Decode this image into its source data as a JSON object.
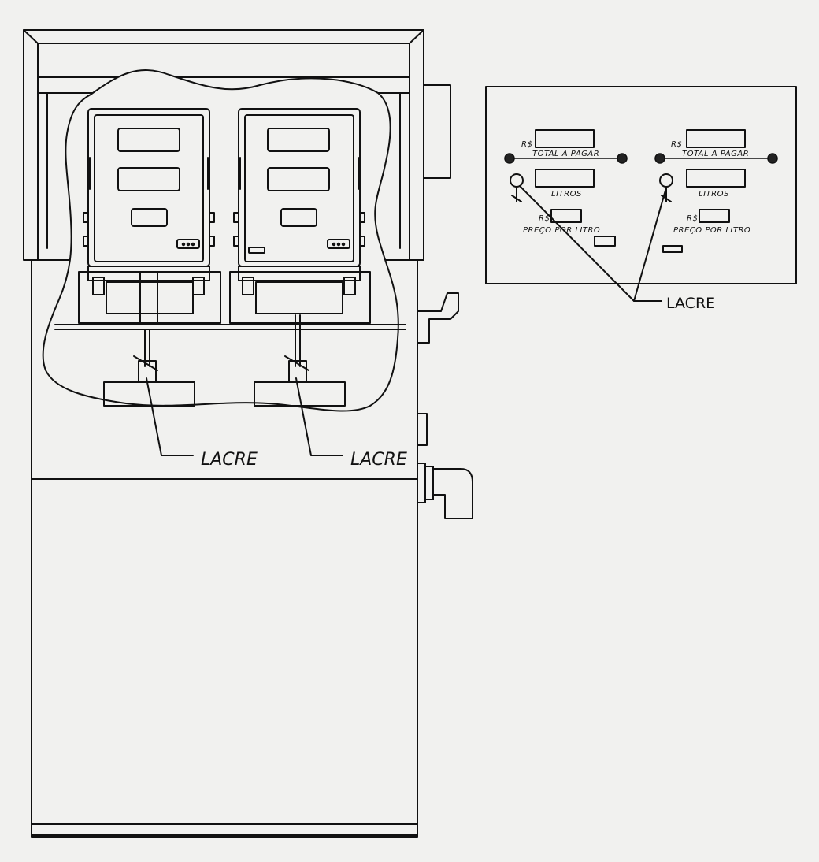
{
  "callouts": {
    "left_meter": "LACRE",
    "right_meter": "LACRE",
    "display_panel": "LACRE"
  },
  "display_panel": {
    "left": {
      "currency_total": "R$",
      "total_label": "TOTAL A PAGAR",
      "liters_label": "LITROS",
      "currency_price": "R$",
      "price_label": "PREÇO POR LITRO"
    },
    "right": {
      "currency_total": "R$",
      "total_label": "TOTAL A PAGAR",
      "liters_label": "LITROS",
      "currency_price": "R$",
      "price_label": "PREÇO POR LITRO"
    }
  }
}
